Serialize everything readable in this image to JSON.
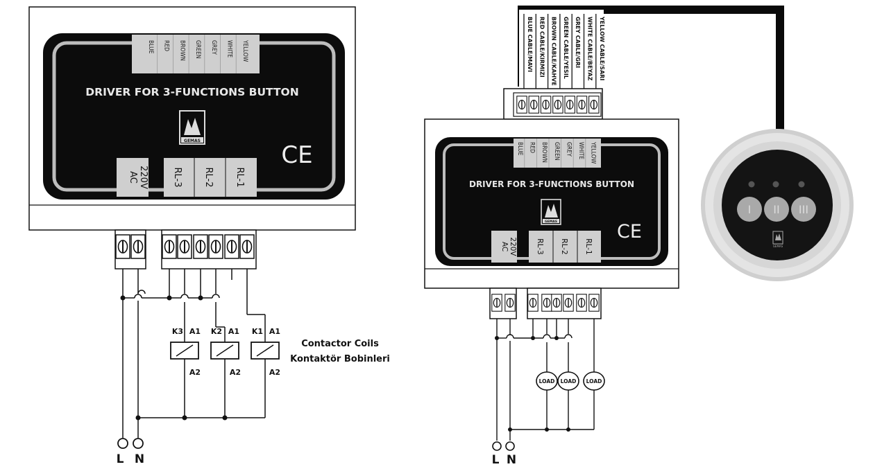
{
  "left_device": {
    "title": "DRIVER FOR 3-FUNCTIONS BUTTON",
    "wire_labels": [
      "BLUE",
      "RED",
      "BROWN",
      "GREEN",
      "GREY",
      "WHITE",
      "YELLOW"
    ],
    "power_label_1": "AC",
    "power_label_2": "220V",
    "relay_labels": [
      "RL-3",
      "RL-2",
      "RL-1"
    ],
    "brand": "GEMAS",
    "ce_mark": "CE"
  },
  "right_device": {
    "title": "DRIVER FOR 3-FUNCTIONS BUTTON",
    "wire_labels": [
      "BLUE",
      "RED",
      "BROWN",
      "GREEN",
      "GREY",
      "WHITE",
      "YELLOW"
    ],
    "power_label_1": "AC",
    "power_label_2": "220V",
    "relay_labels": [
      "RL-3",
      "RL-2",
      "RL-1"
    ],
    "brand": "GEMAS",
    "ce_mark": "CE"
  },
  "cable_labels": [
    "BLUE CABLE/MAVI",
    "RED CABLE/KIRMIZI",
    "BROWN CABLE/KAHVE",
    "GREEN CABLE/YESIL",
    "GREY CABLE/GRI",
    "WHITE CABLE/BEYAZ",
    "YELLOW CABLE/SARI"
  ],
  "coils": [
    {
      "name": "K3",
      "a1": "A1",
      "a2": "A2"
    },
    {
      "name": "K2",
      "a1": "A1",
      "a2": "A2"
    },
    {
      "name": "K1",
      "a1": "A1",
      "a2": "A2"
    }
  ],
  "coil_note_en": "Contactor Coils",
  "coil_note_tr": "Kontaktör Bobinleri",
  "loads": [
    "LOAD",
    "LOAD",
    "LOAD"
  ],
  "left_terminals": {
    "line": "L",
    "neutral": "N"
  },
  "right_terminals": {
    "line": "L",
    "neutral": "N"
  },
  "button_panel": {
    "buttons": [
      "I",
      "II",
      "III"
    ],
    "brand": "GEMAS"
  }
}
